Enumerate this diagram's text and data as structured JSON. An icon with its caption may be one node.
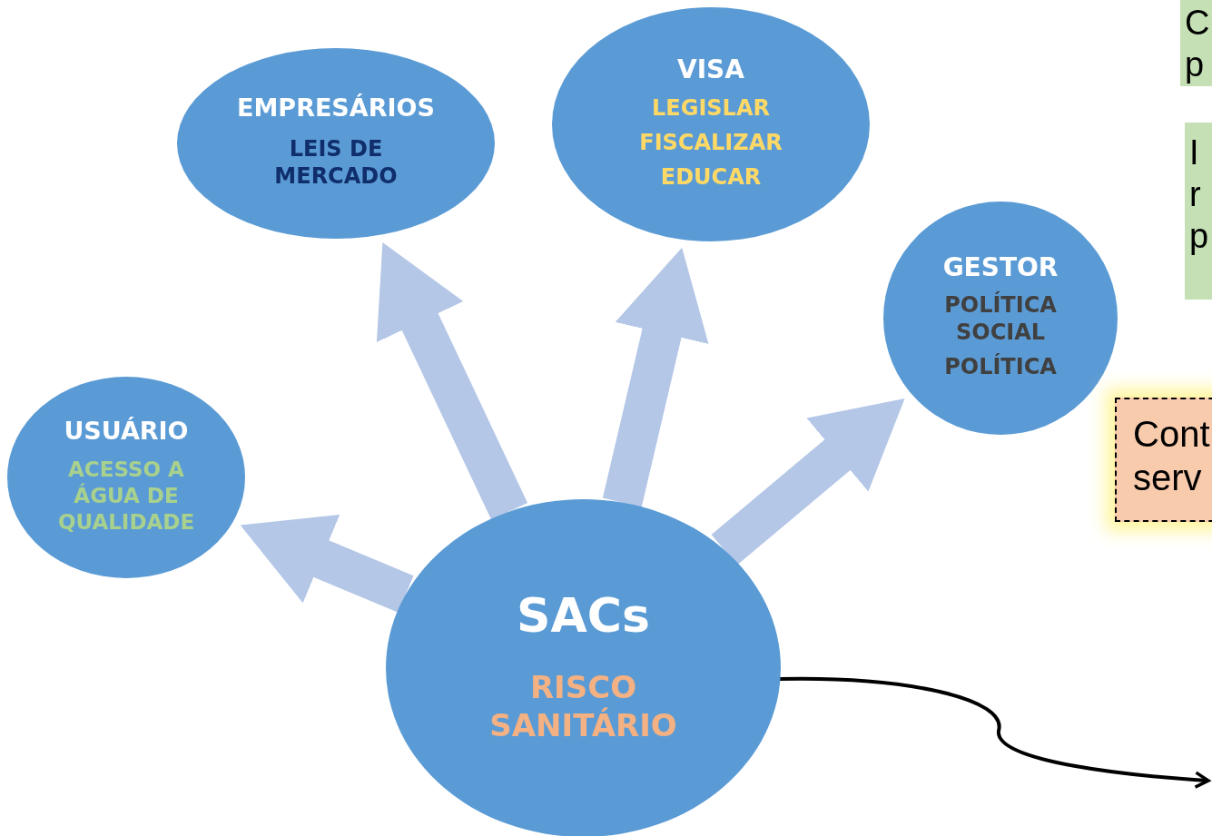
{
  "diagram": {
    "nodes": [
      {
        "text": [
          "C p"
        ]
      },
      {
        "text": [
          "EMPRESÁRIOS",
          "LEIS DE MERCADO"
        ]
      },
      {
        "text": [
          "VISA",
          "LEGISLAR",
          "FISCALIZAR",
          "EDUCAR"
        ]
      },
      {
        "text": [
          "I r p"
        ]
      },
      {
        "text": [
          "GESTOR",
          "POLÍTICA SOCIAL",
          "POLÍTICA"
        ]
      },
      {
        "text": [
          "USUÁRIO",
          "ACESSO A ÁGUA DE QUALIDADE"
        ]
      },
      {
        "text": [
          "Cont serv"
        ]
      },
      {
        "text": [
          "SACs",
          "RISCO SANITÁRIO"
        ]
      }
    ],
    "edges": [
      {
        "from": 7,
        "to": 5,
        "arrow": "to"
      },
      {
        "from": 7,
        "to": 1,
        "arrow": "to"
      },
      {
        "from": 7,
        "to": 2,
        "arrow": "to"
      },
      {
        "from": 7,
        "to": 4,
        "arrow": "to"
      },
      {
        "from": 7,
        "to": null,
        "arrow": "to",
        "color": "#000000"
      }
    ]
  }
}
